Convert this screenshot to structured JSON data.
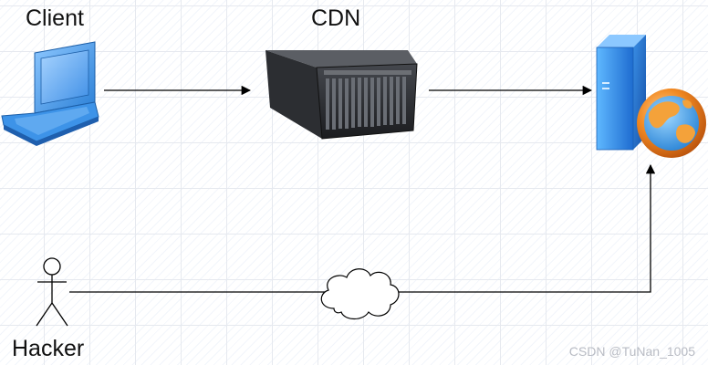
{
  "nodes": {
    "client": {
      "label": "Client",
      "icon": "laptop-icon"
    },
    "cdn": {
      "label": "CDN",
      "icon": "server-rack-icon"
    },
    "origin": {
      "label": "",
      "icon": "web-server-globe-icon"
    },
    "hacker": {
      "label": "Hacker",
      "icon": "stick-figure-icon"
    },
    "internet": {
      "label": "",
      "icon": "cloud-icon"
    }
  },
  "edges": [
    {
      "from": "client",
      "to": "cdn",
      "arrow": true
    },
    {
      "from": "cdn",
      "to": "origin",
      "arrow": true
    },
    {
      "from": "hacker",
      "to": "origin",
      "via": "internet",
      "arrow": true
    }
  ],
  "watermark": "CSDN @TuNan_1005",
  "colors": {
    "line": "#000000",
    "grid": "#e6e9ef",
    "laptop": "#2f8fe0",
    "server": "#2a2c30",
    "globe": "#e67a1f",
    "watermark": "#b9bcc4"
  }
}
